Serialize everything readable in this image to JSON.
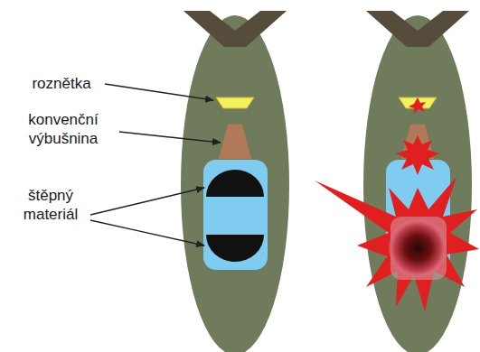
{
  "diagram": {
    "labels": [
      "roznětka",
      "konvenční výbušnina",
      "štěpný materiál"
    ]
  }
}
